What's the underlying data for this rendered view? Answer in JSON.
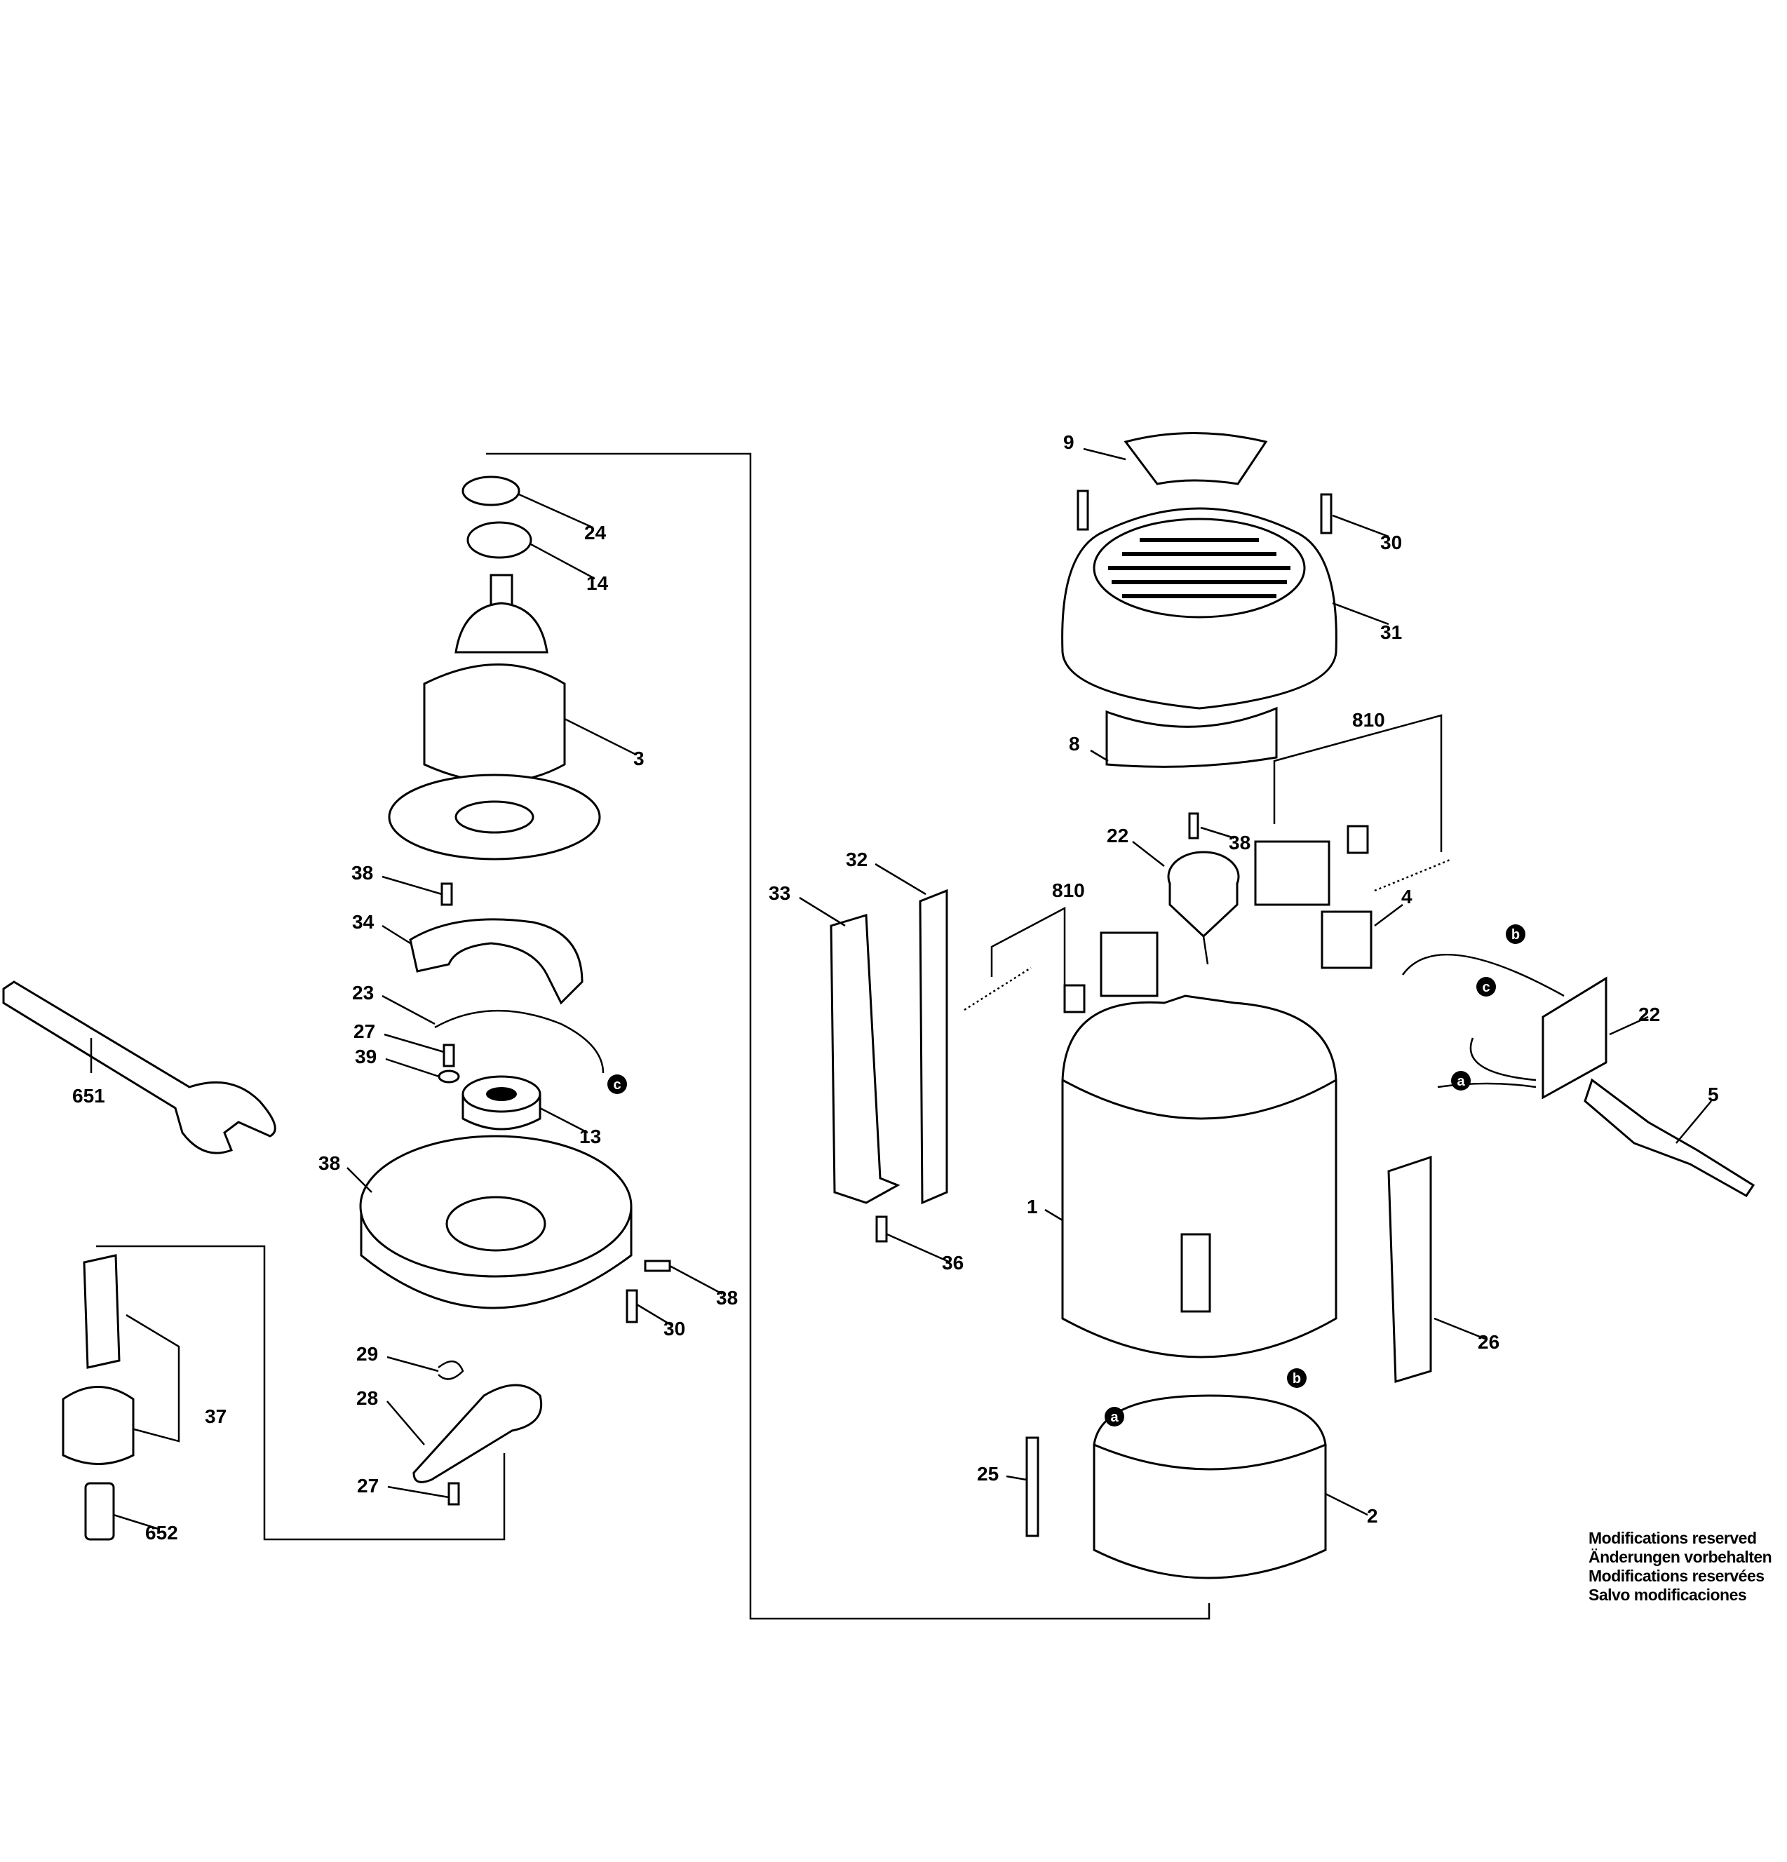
{
  "labels": [
    "9",
    "30",
    "31",
    "810",
    "8",
    "22",
    "38",
    "810",
    "32",
    "33",
    "4",
    "22",
    "5",
    "1",
    "36",
    "26",
    "25",
    "2",
    "24",
    "14",
    "3",
    "38",
    "34",
    "23",
    "27",
    "39",
    "13",
    "651",
    "38",
    "38",
    "30",
    "29",
    "28",
    "37",
    "27",
    "652"
  ],
  "connector_letters": [
    "a",
    "b",
    "c"
  ],
  "notice": [
    "Modifications reserved",
    "Änderungen vorbehalten",
    "Modifications reservées",
    "Salvo modificaciones"
  ]
}
